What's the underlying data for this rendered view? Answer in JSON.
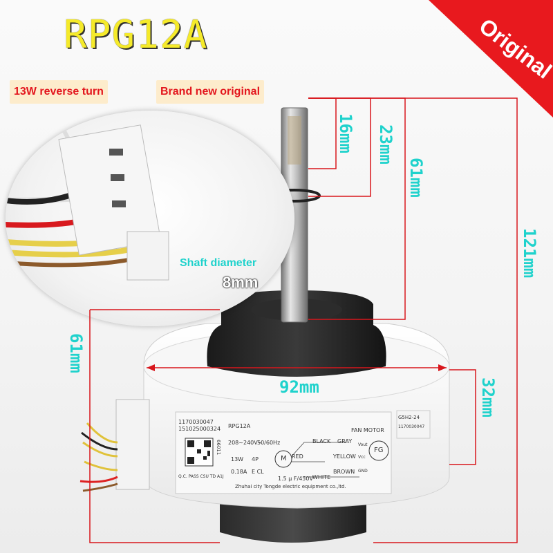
{
  "header": {
    "title": "RPG12A",
    "tag_reverse": "13W reverse turn",
    "tag_brand": "Brand new original",
    "badge": "Original"
  },
  "annotations": {
    "shaft_diameter_label": "Shaft diameter",
    "shaft_diameter_value": "8mm",
    "dim_16": "16mm",
    "dim_23": "23mm",
    "dim_61_shaft": "61mm",
    "dim_121": "121mm",
    "dim_61_body": "61mm",
    "dim_92": "92mm",
    "dim_32": "32mm"
  },
  "nameplate": {
    "serial_1": "1170030047",
    "serial_2": "151025000324",
    "model": "RPG12A",
    "voltage": "208~240V~",
    "frequency": "50/60Hz",
    "power": "13W",
    "poles": "4P",
    "current": "0.18A",
    "class": "E CL",
    "fan_motor": "FAN MOTOR",
    "wire_black": "BLACK",
    "wire_red": "RED",
    "wire_white": "WHITE",
    "wire_gray": "GRAY",
    "wire_yellow": "YELLOW",
    "wire_brown": "BROWN",
    "capacitor": "1.5 μ F/450V",
    "motor_symbol": "M",
    "fg_symbol": "FG",
    "pin_vout": "Vout",
    "pin_vcc": "Vcc",
    "pin_gnd": "GND",
    "qc_pass": "Q.C. PASS  CSU TD A1J",
    "qr_number": "66011",
    "side_code": "G5H2-24",
    "side_serial": "1170030047",
    "manufacturer": "Zhuhai city Tongde electric equipment co.,ltd."
  },
  "colors": {
    "title_yellow": "#f5ea2a",
    "badge_red": "#e8191e",
    "tag_bg": "#fdeccc",
    "tag_text": "#e3161d",
    "dimension_cyan": "#1fd2cc",
    "dimension_line_red": "#d8161c"
  }
}
